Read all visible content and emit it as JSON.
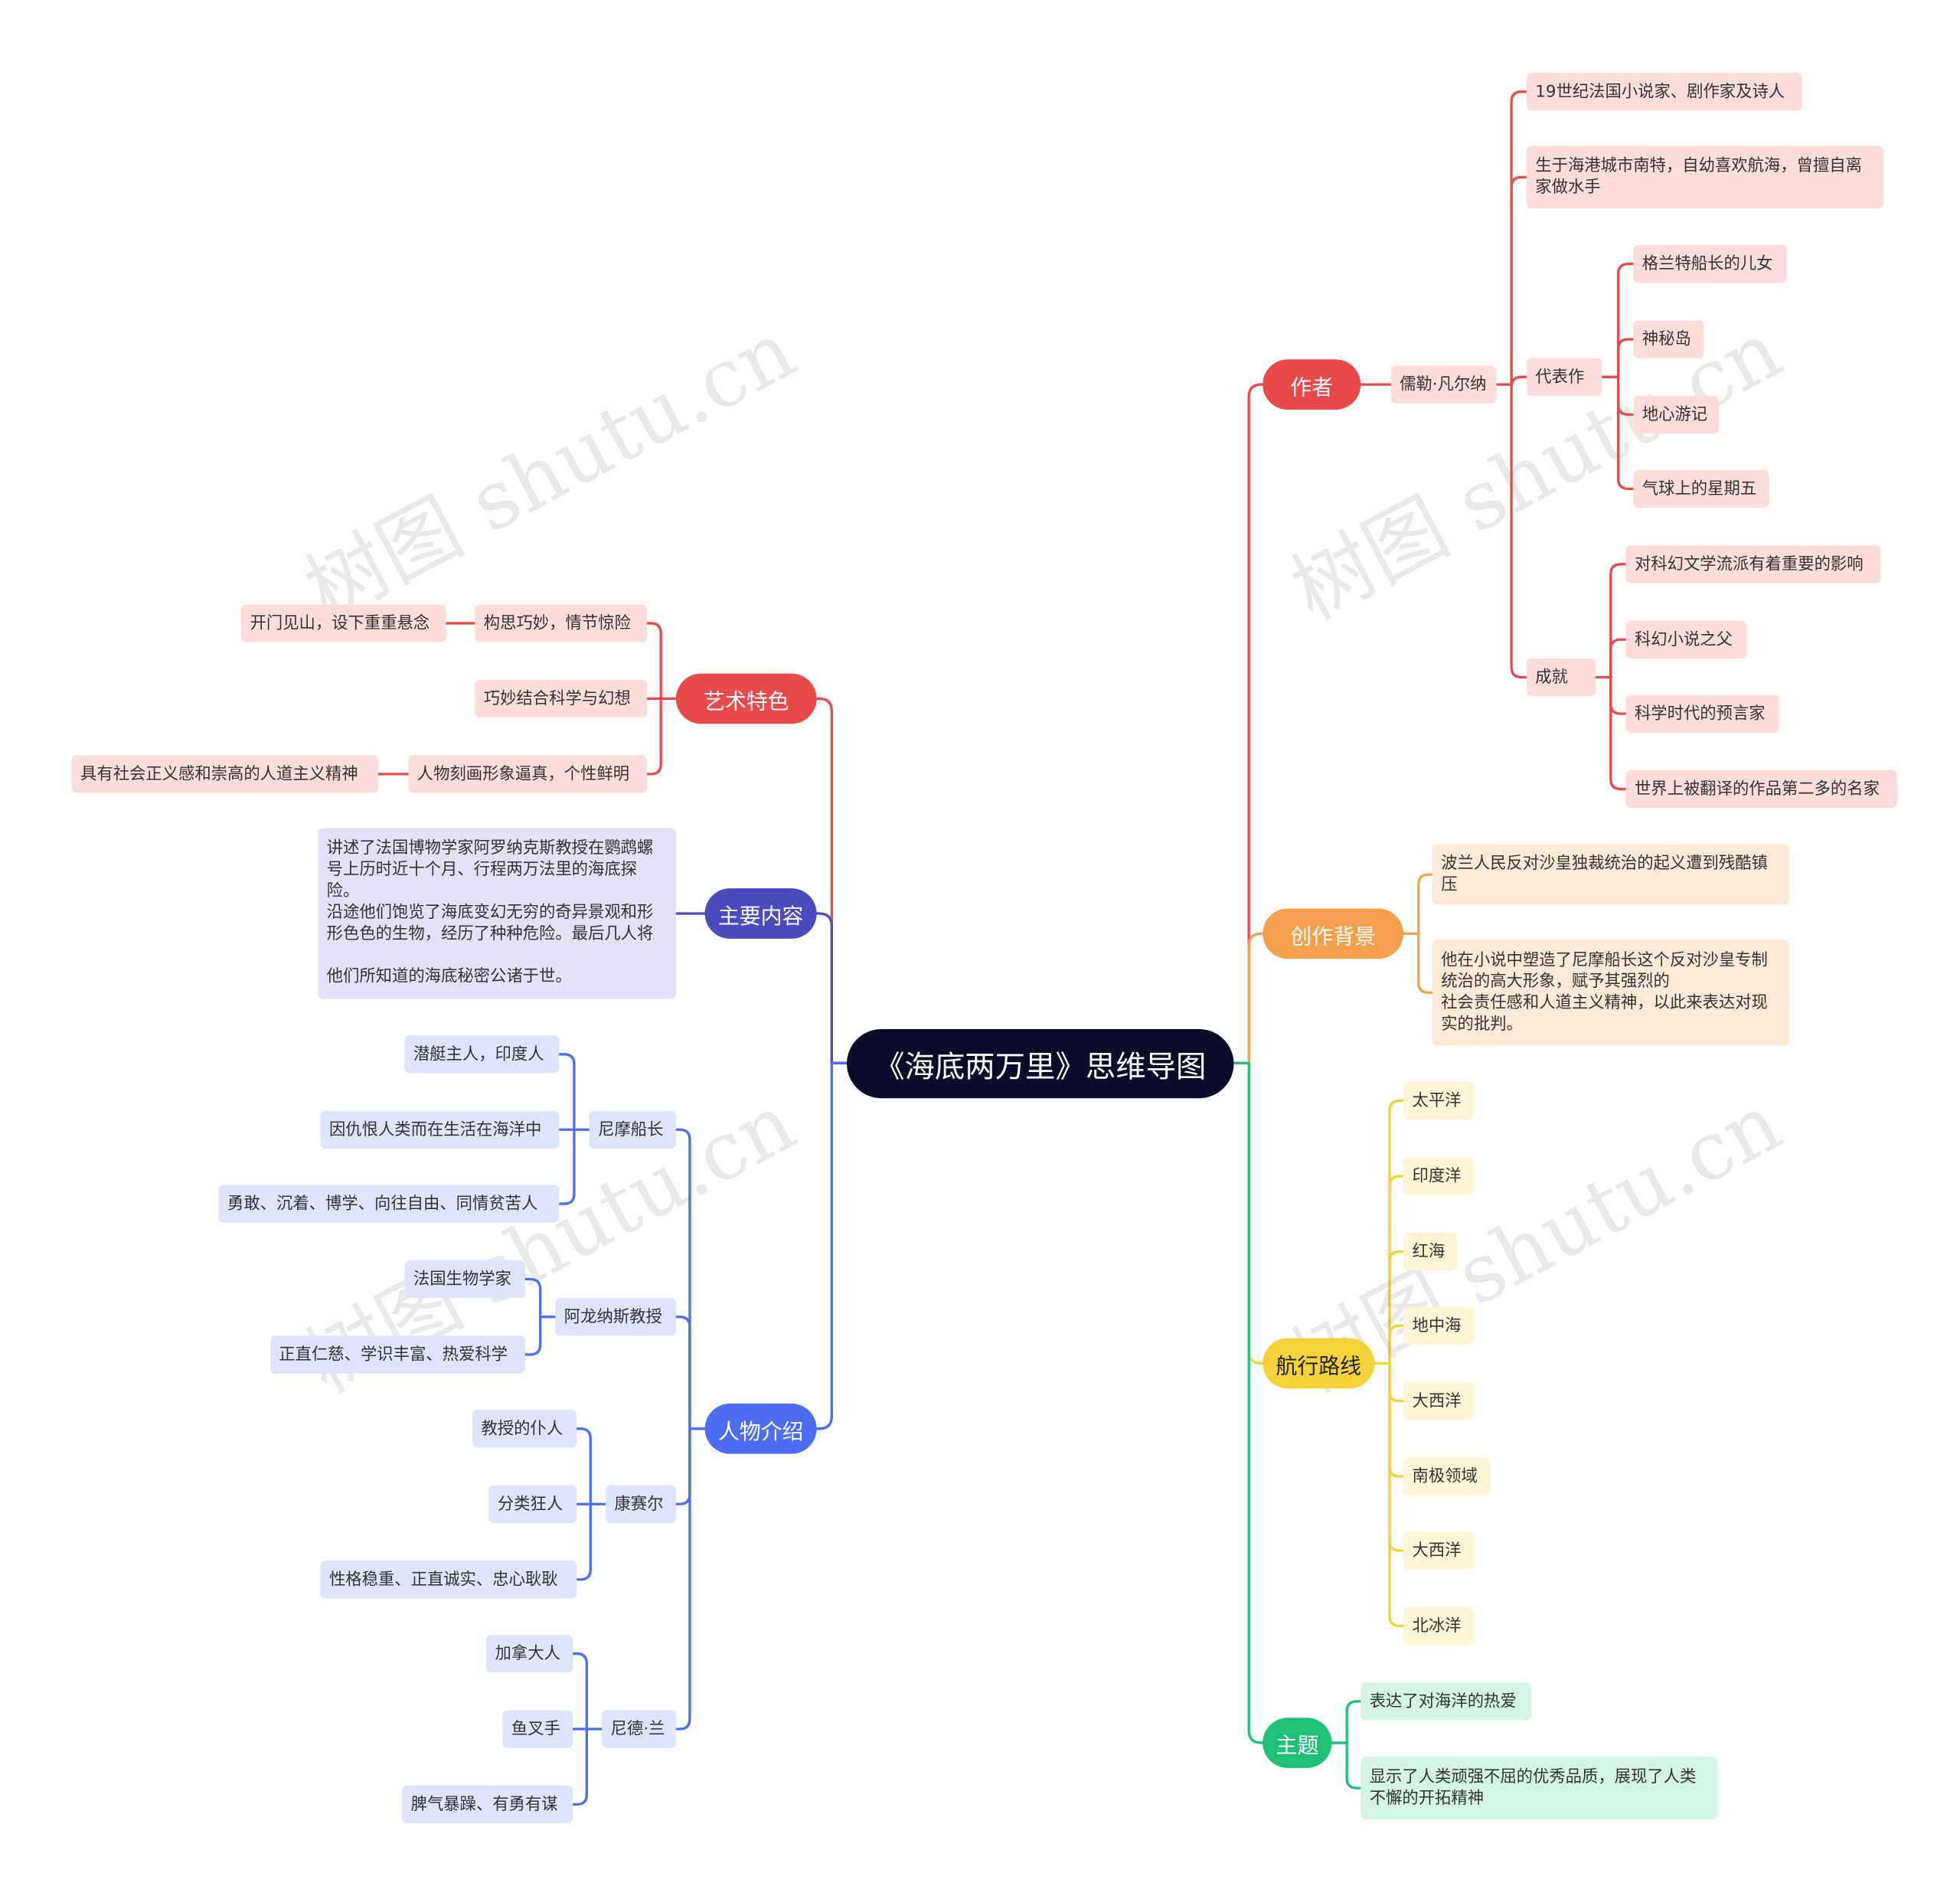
{
  "watermark": "树图 shutu.cn",
  "colors": {
    "root": "#0b0b2a",
    "red": "#e84a4a",
    "red_light": "#fddcdc",
    "orange": "#f4a04c",
    "orange_light": "#fde9d8",
    "yellow": "#f5d23a",
    "yellow_light": "#fdf5d6",
    "green": "#1fbf7a",
    "green_light": "#d4f4e5",
    "blue": "#4c6ef5",
    "blue_light": "#dde4fb",
    "purple": "#4b4bbf",
    "purple_light": "#e2e1f5"
  },
  "root": "《海底两万里》思维导图",
  "right": {
    "author": {
      "label": "作者",
      "name": "儒勒·凡尔纳",
      "facts": [
        "19世纪法国小说家、剧作家及诗人",
        "生于海港城市南特，自幼喜欢航海，曾擅自离家做水手"
      ],
      "works_label": "代表作",
      "works": [
        "格兰特船长的儿女",
        "神秘岛",
        "地心游记",
        "气球上的星期五"
      ],
      "achieve_label": "成就",
      "achievements": [
        "对科幻文学流派有着重要的影响",
        "科幻小说之父",
        "科学时代的预言家",
        "世界上被翻译的作品第二多的名家"
      ]
    },
    "background": {
      "label": "创作背景",
      "items": [
        "波兰人民反对沙皇独裁统治的起义遭到残酷镇压",
        "他在小说中塑造了尼摩船长这个反对沙皇专制统治的高大形象，赋予其强烈的\n社会责任感和人道主义精神，以此来表达对现实的批判。"
      ]
    },
    "route": {
      "label": "航行路线",
      "items": [
        "太平洋",
        "印度洋",
        "红海",
        "地中海",
        "大西洋",
        "南极领域",
        "大西洋",
        "北冰洋"
      ]
    },
    "theme": {
      "label": "主题",
      "items": [
        "表达了对海洋的热爱",
        "显示了人类顽强不屈的优秀品质，展现了人类不懈的开拓精神"
      ]
    }
  },
  "left": {
    "art": {
      "label": "艺术特色",
      "items": [
        {
          "text": "构思巧妙，情节惊险",
          "sub": "开门见山，设下重重悬念"
        },
        {
          "text": "巧妙结合科学与幻想",
          "sub": ""
        },
        {
          "text": "人物刻画形象逼真，个性鲜明",
          "sub": "具有社会正义感和崇高的人道主义精神"
        }
      ]
    },
    "content": {
      "label": "主要内容",
      "text": "讲述了法国博物学家阿罗纳克斯教授在鹦鹉螺号上历时近十个月、行程两万法里的海底探险。\n沿途他们饱览了海底变幻无穷的奇异景观和形形色色的生物，经历了种种危险。最后几人将\n\n他们所知道的海底秘密公诸于世。"
    },
    "characters": {
      "label": "人物介绍",
      "people": [
        {
          "name": "尼摩船长",
          "traits": [
            "潜艇主人，印度人",
            "因仇恨人类而在生活在海洋中",
            "勇敢、沉着、博学、向往自由、同情贫苦人"
          ]
        },
        {
          "name": "阿龙纳斯教授",
          "traits": [
            "法国生物学家",
            "正直仁慈、学识丰富、热爱科学"
          ]
        },
        {
          "name": "康赛尔",
          "traits": [
            "教授的仆人",
            "分类狂人",
            "性格稳重、正直诚实、忠心耿耿"
          ]
        },
        {
          "name": "尼德·兰",
          "traits": [
            "加拿大人",
            "鱼叉手",
            "脾气暴躁、有勇有谋"
          ]
        }
      ]
    }
  }
}
